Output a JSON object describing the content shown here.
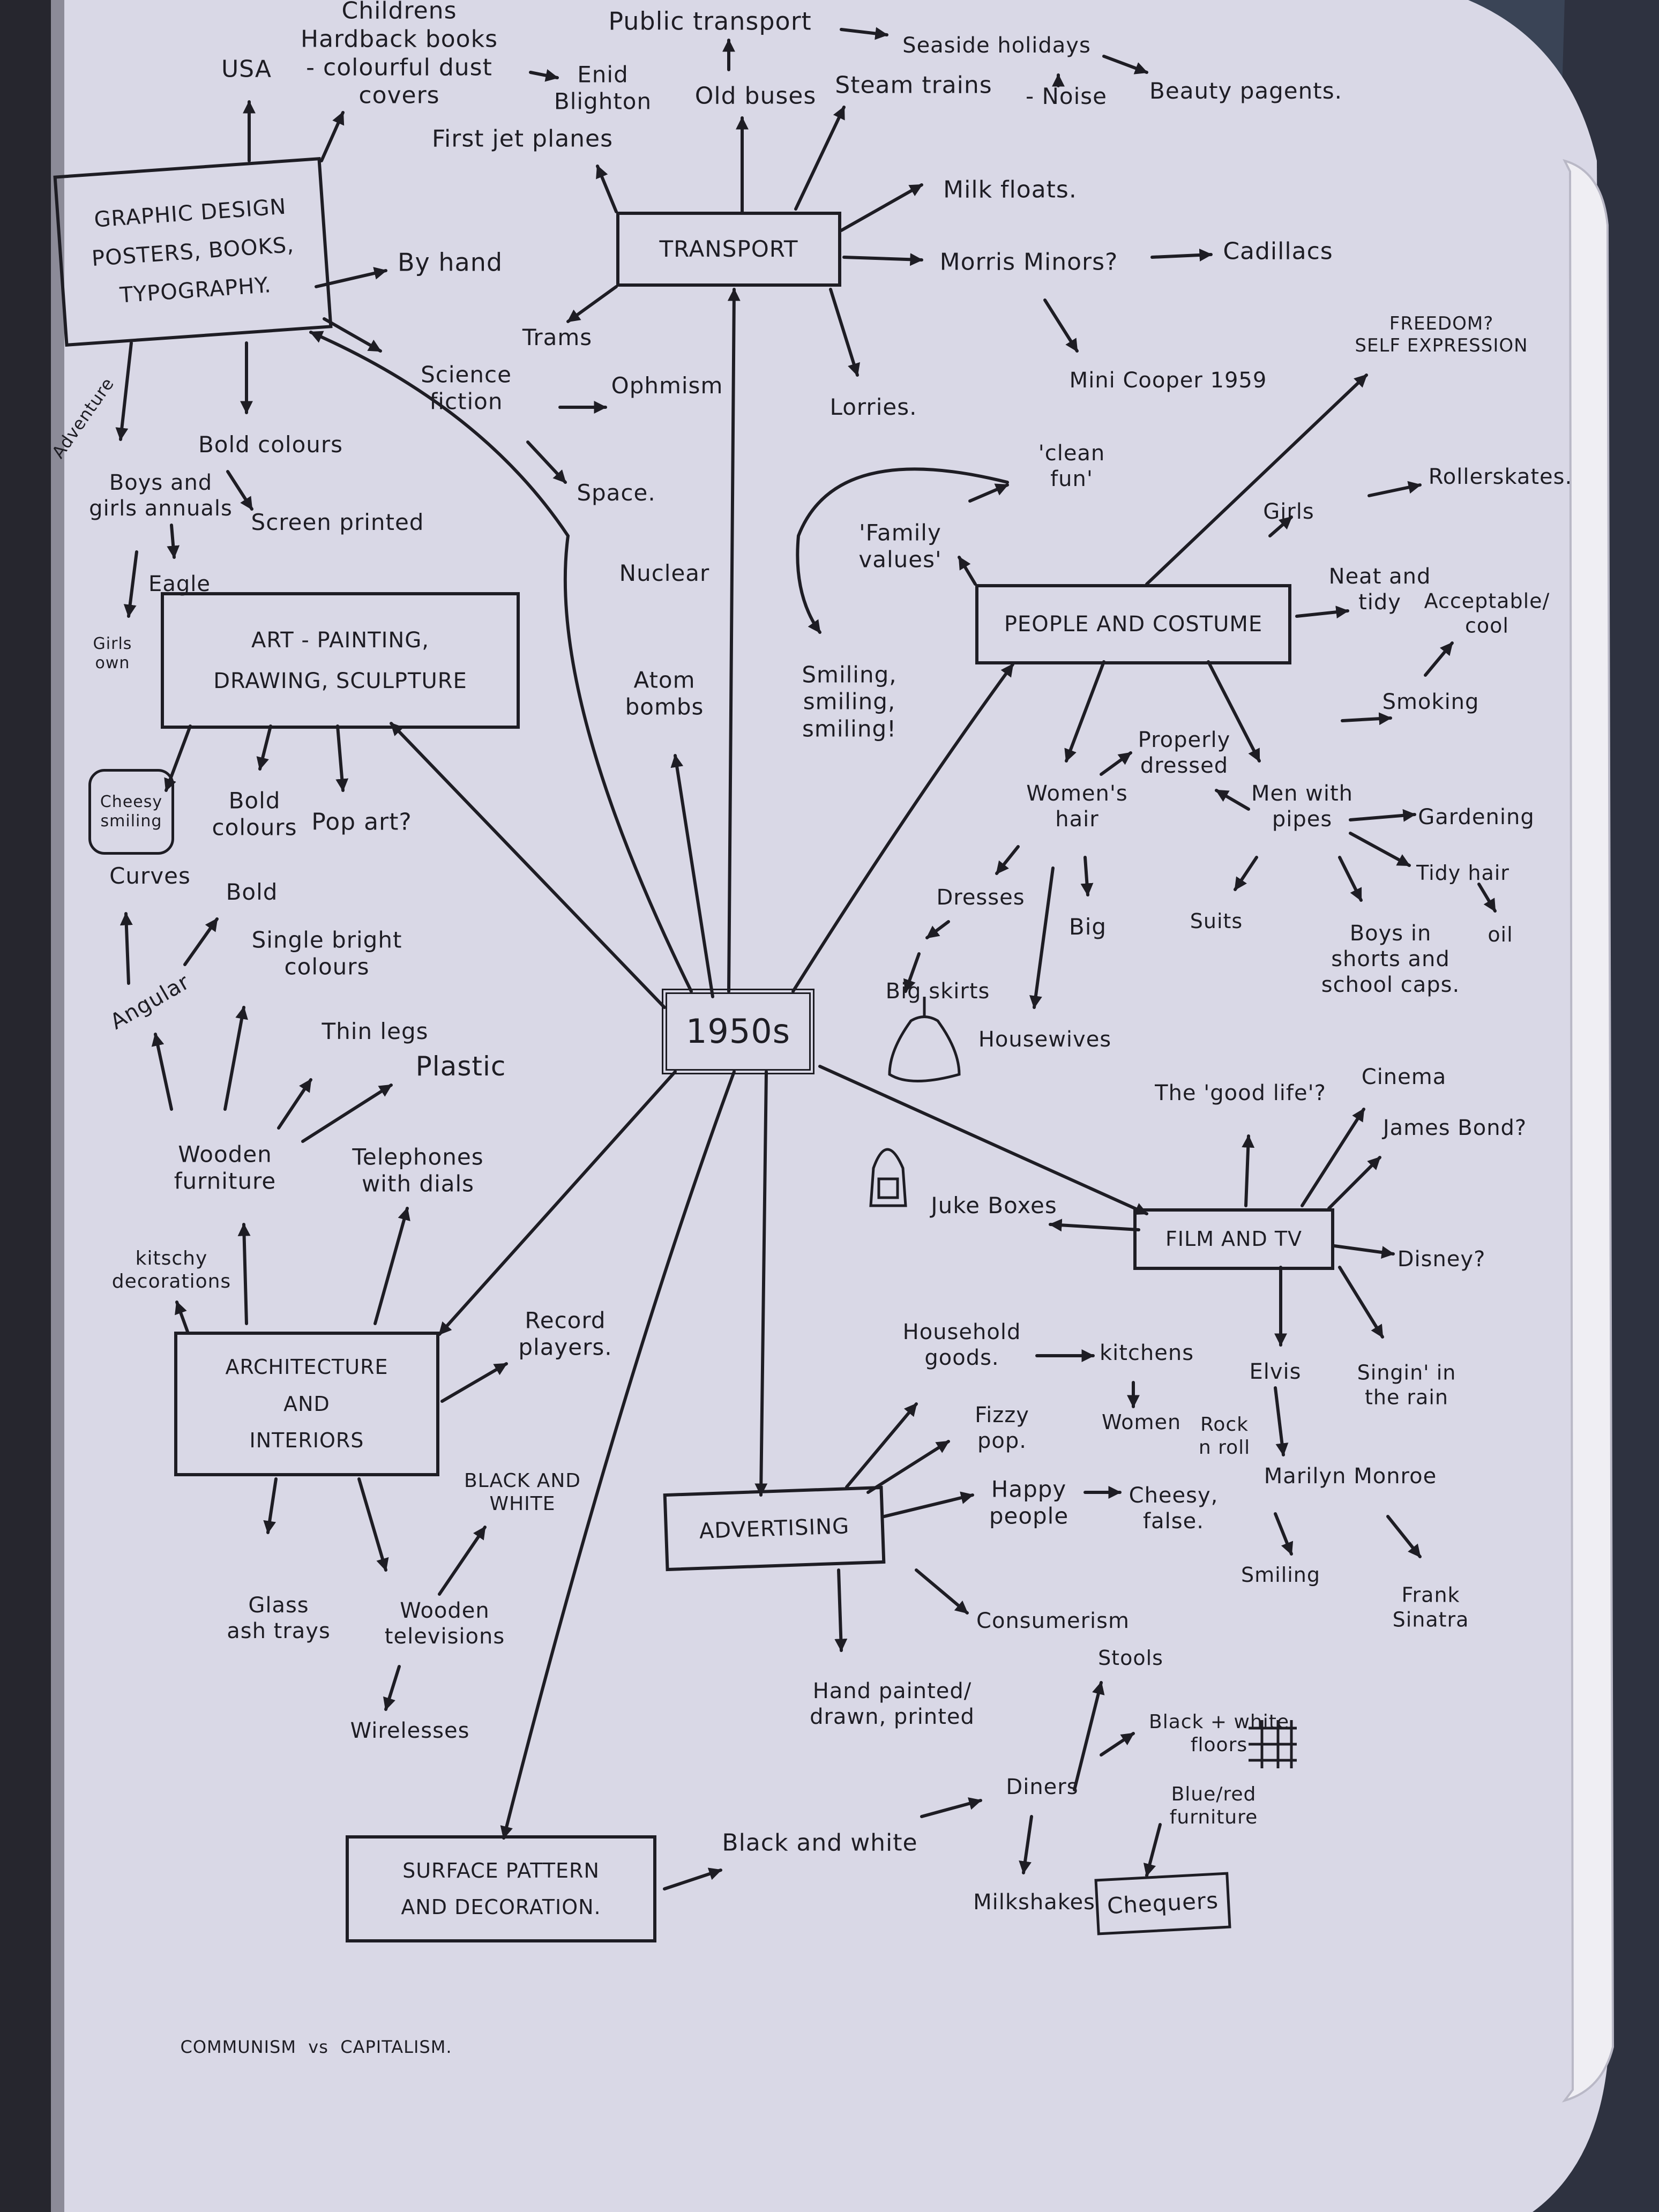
{
  "colors": {
    "paper": "#d9d8e6",
    "ink": "#1e1d24",
    "spine": "#2b2b34",
    "background": "#3a4456"
  },
  "center": "1950s",
  "topics": {
    "graphic_design": "GRAPHIC DESIGN\nPOSTERS, BOOKS,\nTYPOGRAPHY.",
    "transport": "TRANSPORT",
    "people_costume": "PEOPLE AND COSTUME",
    "art": "ART - PAINTING,\nDRAWING, SCULPTURE",
    "film_tv": "FILM AND TV",
    "architecture": "ARCHITECTURE\nAND\nINTERIORS",
    "advertising": "ADVERTISING",
    "surface_pattern": "SURFACE PATTERN\nAND DECORATION."
  },
  "notes": {
    "usa": "USA",
    "childrens_books": "Childrens\nHardback books\n- colourful dust\ncovers",
    "enid_blighton": "Enid\nBlighton",
    "first_jet_planes": "First jet planes",
    "public_transport": "Public transport",
    "old_buses": "Old buses",
    "seaside_holidays": "Seaside holidays",
    "beauty_pageants": "Beauty pagents.",
    "steam_trains": "Steam trains",
    "noise": "- Noise",
    "by_hand": "By hand",
    "milk_floats": "Milk floats.",
    "morris_minors": "Morris Minors?",
    "cadillacs": "Cadillacs",
    "mini_cooper": "Mini Cooper 1959",
    "trams": "Trams",
    "lorries": "Lorries.",
    "science_fiction": "Science\nfiction",
    "optimism": "Ophmism",
    "space": "Space.",
    "freedom": "FREEDOM?\nSELF EXPRESSION",
    "adventure": "Adventure",
    "boys_girls_annuals": "Boys and\ngirls annuals",
    "bold_colours_gd": "Bold colours",
    "screen_printed": "Screen printed",
    "eagle": "Eagle",
    "girls_own": "Girls\nown",
    "clean_fun": "'clean\nfun'",
    "family_values": "'Family\nvalues'",
    "girls": "Girls",
    "rollerskates": "Rollerskates.",
    "nuclear": "Nuclear",
    "atom_bombs": "Atom\nbombs",
    "neat_tidy": "Neat and\ntidy",
    "acceptable_cool": "Acceptable/\ncool",
    "smiling3": "Smiling,\nsmiling,\nsmiling!",
    "smoking": "Smoking",
    "properly_dressed": "Properly\ndressed",
    "womens_hair": "Women's\nhair",
    "men_pipes": "Men with\npipes",
    "gardening": "Gardening",
    "cheesy_smiling": "Cheesy\nsmiling",
    "bold_colours_art": "Bold\ncolours",
    "pop_art": "Pop art?",
    "dresses": "Dresses",
    "big": "Big",
    "tidy_hair": "Tidy hair",
    "oil": "oil",
    "suits": "Suits",
    "boys_shorts": "Boys in\nshorts and\nschool caps.",
    "curves": "Curves",
    "bold_art": "Bold",
    "single_bright": "Single bright\ncolours",
    "angular": "Angular",
    "big_skirts": "Big skirts",
    "housewives": "Housewives",
    "thin_legs": "Thin legs",
    "plastic": "Plastic",
    "good_life": "The 'good life'?",
    "cinema": "Cinema",
    "james_bond": "James Bond?",
    "wooden_furniture": "Wooden\nfurniture",
    "telephones": "Telephones\nwith dials",
    "juke_boxes": "Juke Boxes",
    "disney": "Disney?",
    "kitschy": "kitschy\ndecorations",
    "record_players": "Record\nplayers.",
    "household_goods": "Household\ngoods.",
    "kitchens": "kitchens",
    "elvis": "Elvis",
    "singin": "Singin' in\nthe rain",
    "fizzy_pop": "Fizzy\npop.",
    "women": "Women",
    "rock_roll": "Rock\nn roll",
    "black_white_tv": "BLACK AND\nWHITE",
    "happy_people": "Happy\npeople",
    "cheesy_false": "Cheesy,\nfalse.",
    "marilyn": "Marilyn Monroe",
    "glass_ash": "Glass\nash trays",
    "wooden_tv": "Wooden\ntelevisions",
    "consumerism": "Consumerism",
    "smiling": "Smiling",
    "frank_sinatra": "Frank\nSinatra",
    "wirelesses": "Wirelesses",
    "hand_painted": "Hand painted/\ndrawn, printed",
    "stools": "Stools",
    "bw_floors": "Black + white\nfloors",
    "diners": "Diners",
    "blue_red": "Blue/red\nfurniture",
    "black_and_white": "Black and white",
    "milkshakes": "Milkshakes",
    "chequers": "Chequers",
    "communism": "COMMUNISM  vs  CAPITALISM."
  }
}
